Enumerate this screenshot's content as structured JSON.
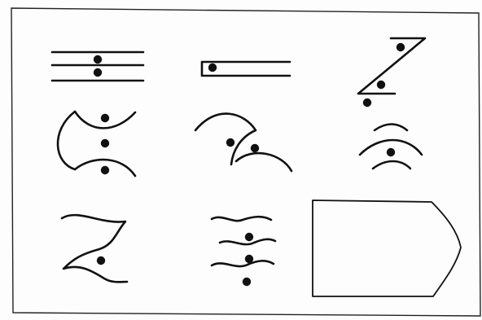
{
  "puzzle": {
    "grid": "3x3",
    "cells": [
      {
        "figure": "three-horizontal-lines",
        "dots": 2
      },
      {
        "figure": "open-rectangle-with-line",
        "dots": 1
      },
      {
        "figure": "z-shape",
        "dots": 3
      },
      {
        "figure": "concave-arc-pair",
        "dots": 3
      },
      {
        "figure": "hooked-arcs",
        "dots": 2
      },
      {
        "figure": "stacked-arcs",
        "dots": 1
      },
      {
        "figure": "s-curve-shape",
        "dots": 1
      },
      {
        "figure": "wavy-lines",
        "dots": 3
      },
      {
        "figure": "empty-answer-box",
        "dots": 0
      }
    ],
    "colors": {
      "ink": "#111111",
      "background": "#fdfdfd"
    }
  }
}
